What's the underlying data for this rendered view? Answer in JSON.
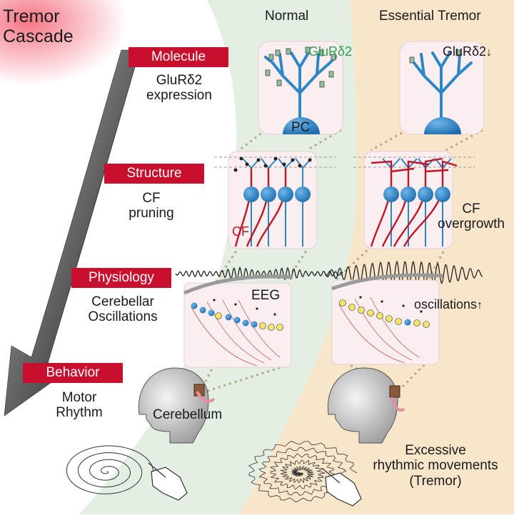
{
  "title": {
    "line1": "Tremor",
    "line2": "Cascade"
  },
  "columns": {
    "normal": "Normal",
    "tremor": "Essential Tremor"
  },
  "levels": [
    {
      "tag": "Molecule",
      "line1": "GluRδ2",
      "line2": "expression"
    },
    {
      "tag": "Structure",
      "line1": "CF",
      "line2": "pruning"
    },
    {
      "tag": "Physiology",
      "line1": "Cerebellar",
      "line2": "Oscillations"
    },
    {
      "tag": "Behavior",
      "line1": "Motor",
      "line2": "Rhythm"
    }
  ],
  "labels": {
    "glur_normal": "GluRδ2",
    "glur_tremor": "GluRδ2",
    "pc": "PC",
    "cf": "CF",
    "cf_overgrowth_1": "CF",
    "cf_overgrowth_2": "overgrowth",
    "eeg": "EEG",
    "oscillations": "oscillations",
    "cerebellum": "Cerebellum",
    "excessive_1": "Excessive",
    "excessive_2": "rhythmic movements",
    "excessive_3": "(Tremor)"
  },
  "colors": {
    "tag_red": "#c8102e",
    "normal_bg": "#e2efe2",
    "tremor_bg": "#f8e6cb",
    "dendrite_blue": "#2f86c6",
    "cf_red": "#c01524",
    "glur_green": "#2ca24a"
  },
  "icons": [
    "down-arrow-icon",
    "up-arrow-icon",
    "cascade-arrow",
    "head-icon",
    "hand-pen-icon",
    "spiral-icon"
  ]
}
